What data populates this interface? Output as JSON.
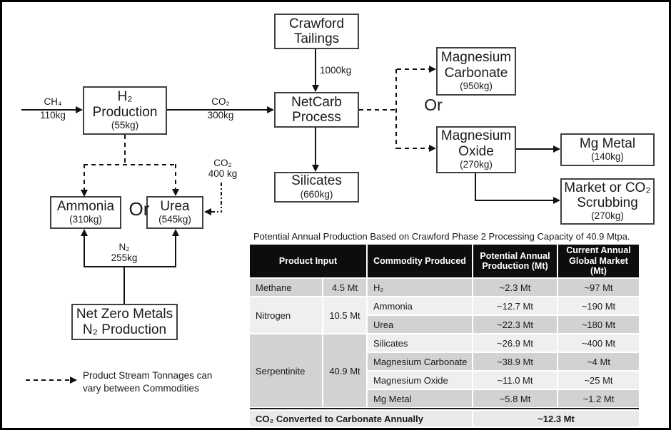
{
  "colors": {
    "header_bg": "#0d0d0d",
    "row_dark": "#d2d2d2",
    "row_light": "#efefef",
    "footer_bg": "#e9e9e9",
    "line_color": "#111111"
  },
  "diagram": {
    "boxes": {
      "crawford_tailings": {
        "line1": "Crawford",
        "line2": "Tailings"
      },
      "h2_production": {
        "line1": "H₂",
        "line2": "Production",
        "amount": "(55kg)"
      },
      "netcarb_process": {
        "line1": "NetCarb",
        "line2": "Process"
      },
      "silicates": {
        "line1": "Silicates",
        "amount": "(660kg)"
      },
      "magnesium_carbonate": {
        "line1": "Magnesium",
        "line2": "Carbonate",
        "amount": "(950kg)"
      },
      "magnesium_oxide": {
        "line1": "Magnesium",
        "line2": "Oxide",
        "amount": "(270kg)"
      },
      "mg_metal": {
        "line1": "Mg Metal",
        "amount": "(140kg)"
      },
      "market_co2_scrubbing": {
        "line1": "Market or CO₂",
        "line2": "Scrubbing",
        "amount": "(270kg)"
      },
      "ammonia": {
        "line1": "Ammonia",
        "amount": "(310kg)"
      },
      "urea": {
        "line1": "Urea",
        "amount": "(545kg)"
      },
      "net_zero_metals": {
        "line1": "Net Zero Metals",
        "line2": "N₂ Production"
      }
    },
    "flow_labels": {
      "ch4": {
        "formula": "CH₄",
        "amount": "110kg"
      },
      "co2_to_netcarb": {
        "formula": "CO₂",
        "amount": "300kg"
      },
      "tailings_feed": {
        "amount": "1000kg"
      },
      "co2_to_urea": {
        "formula": "CO₂",
        "amount": "400 kg"
      },
      "n2_feed": {
        "formula": "N₂",
        "amount": "255kg"
      },
      "or_magnesium": "Or",
      "or_fertilizer": "Or"
    },
    "legend": {
      "line1": "Product Stream Tonnages can",
      "line2": "vary between Commodities"
    }
  },
  "table": {
    "caption": "Potential Annual Production Based on Crawford Phase 2 Processing Capacity of 40.9 Mtpa.",
    "headers": {
      "product_input": "Product Input",
      "commodity": "Commodity Produced",
      "potential": "Potential Annual Production (Mt)",
      "market": "Current Annual Global Market (Mt)"
    },
    "inputs": [
      {
        "name": "Methane",
        "amount": "4.5 Mt"
      },
      {
        "name": "Nitrogen",
        "amount": "10.5 Mt"
      },
      {
        "name": "Serpentinite",
        "amount": "40.9 Mt"
      }
    ],
    "rows": [
      {
        "commodity": "H₂",
        "potential": "~2.3 Mt",
        "market": "~97 Mt"
      },
      {
        "commodity": "Ammonia",
        "potential": "~12.7 Mt",
        "market": "~190 Mt"
      },
      {
        "commodity": "Urea",
        "potential": "~22.3 Mt",
        "market": "~180 Mt"
      },
      {
        "commodity": "Silicates",
        "potential": "~26.9 Mt",
        "market": "~400 Mt"
      },
      {
        "commodity": "Magnesium Carbonate",
        "potential": "~38.9 Mt",
        "market": "~4 Mt"
      },
      {
        "commodity": "Magnesium Oxide",
        "potential": "~11.0 Mt",
        "market": "~25 Mt"
      },
      {
        "commodity": "Mg Metal",
        "potential": "~5.8 Mt",
        "market": "~1.2 Mt"
      }
    ],
    "footer": {
      "label": "CO₂ Converted to Carbonate Annually",
      "value": "~12.3 Mt"
    }
  }
}
